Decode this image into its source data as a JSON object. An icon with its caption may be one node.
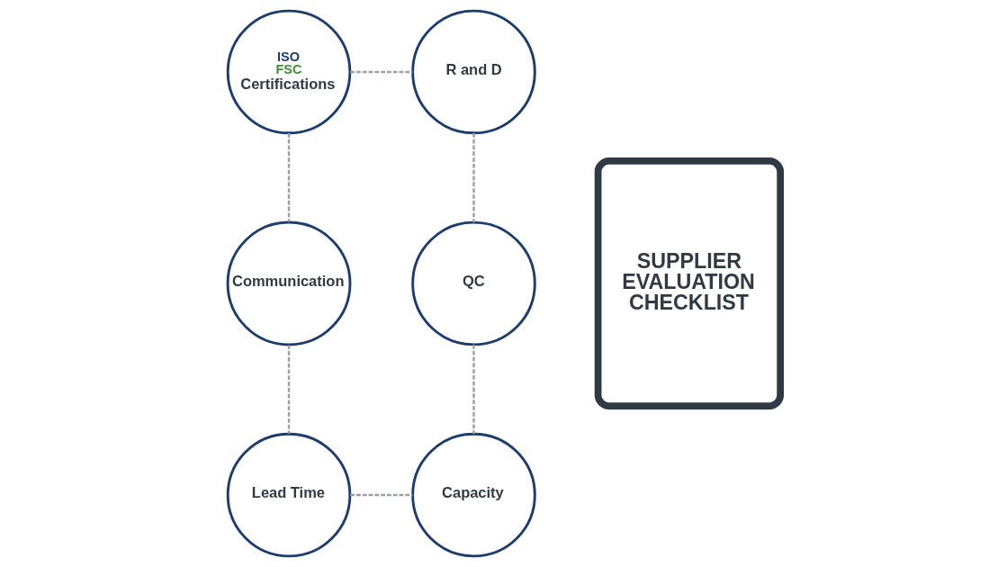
{
  "diagram": {
    "nodes": [
      {
        "text": [
          "ISO",
          "FSC",
          "Certifications"
        ]
      },
      {
        "text": [
          "SUPPLIER EVALUATION CHECKLIST"
        ]
      },
      {
        "text": [
          "R and D"
        ]
      },
      {
        "text": [
          "Communication"
        ]
      },
      {
        "text": [
          "QC"
        ]
      },
      {
        "text": [
          "Lead Time"
        ]
      },
      {
        "text": [
          "Capacity"
        ]
      }
    ],
    "edges": [
      {
        "from": 0,
        "to": 2,
        "arrow": "none",
        "style": "dashed"
      },
      {
        "from": 0,
        "to": 3,
        "arrow": "none",
        "style": "dashed"
      },
      {
        "from": 2,
        "to": 4,
        "arrow": "none",
        "style": "dashed"
      },
      {
        "from": 3,
        "to": 5,
        "arrow": "none",
        "style": "dashed"
      },
      {
        "from": 4,
        "to": 6,
        "arrow": "none",
        "style": "dashed"
      },
      {
        "from": 5,
        "to": 6,
        "arrow": "none",
        "style": "dashed"
      }
    ]
  }
}
